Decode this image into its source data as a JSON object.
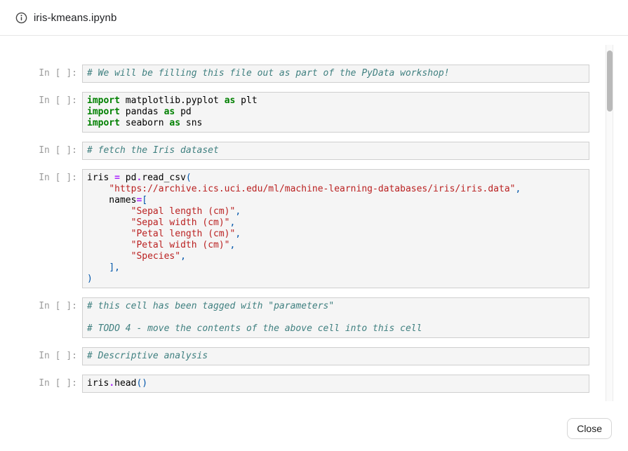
{
  "colors": {
    "code-comment": "#408080",
    "code-keyword": "#008000",
    "code-string": "#BA2121",
    "code-operator": "#AA22FF",
    "code-punctuation": "#0055AA",
    "code-default": "#000000",
    "cell-background": "#f5f5f5",
    "cell-border": "#cfcfcf",
    "prompt-color": "#9b9b9b"
  },
  "header": {
    "title": "iris-kmeans.ipynb",
    "icon": "info-icon"
  },
  "footer": {
    "close_label": "Close"
  },
  "notebook": {
    "input_prompt": "In [ ]:",
    "cells": [
      {
        "lines": [
          [
            [
              "c",
              "# We will be filling this file out as part of the PyData workshop!"
            ]
          ]
        ]
      },
      {
        "lines": [
          [
            [
              "k",
              "import"
            ],
            [
              "n",
              " matplotlib.pyplot "
            ],
            [
              "k",
              "as"
            ],
            [
              "n",
              " plt"
            ]
          ],
          [
            [
              "k",
              "import"
            ],
            [
              "n",
              " pandas "
            ],
            [
              "k",
              "as"
            ],
            [
              "n",
              " pd"
            ]
          ],
          [
            [
              "k",
              "import"
            ],
            [
              "n",
              " seaborn "
            ],
            [
              "k",
              "as"
            ],
            [
              "n",
              " sns"
            ]
          ]
        ]
      },
      {
        "lines": [
          [
            [
              "c",
              "# fetch the Iris dataset"
            ]
          ]
        ]
      },
      {
        "lines": [
          [
            [
              "n",
              "iris "
            ],
            [
              "o",
              "="
            ],
            [
              "n",
              " pd"
            ],
            [
              "o",
              "."
            ],
            [
              "n",
              "read_csv"
            ],
            [
              "p",
              "("
            ]
          ],
          [
            [
              "n",
              "    "
            ],
            [
              "s",
              "\"https://archive.ics.uci.edu/ml/machine-learning-databases/iris/iris.data\""
            ],
            [
              "p",
              ","
            ]
          ],
          [
            [
              "n",
              "    names"
            ],
            [
              "o",
              "="
            ],
            [
              "p",
              "["
            ]
          ],
          [
            [
              "n",
              "        "
            ],
            [
              "s",
              "\"Sepal length (cm)\""
            ],
            [
              "p",
              ","
            ]
          ],
          [
            [
              "n",
              "        "
            ],
            [
              "s",
              "\"Sepal width (cm)\""
            ],
            [
              "p",
              ","
            ]
          ],
          [
            [
              "n",
              "        "
            ],
            [
              "s",
              "\"Petal length (cm)\""
            ],
            [
              "p",
              ","
            ]
          ],
          [
            [
              "n",
              "        "
            ],
            [
              "s",
              "\"Petal width (cm)\""
            ],
            [
              "p",
              ","
            ]
          ],
          [
            [
              "n",
              "        "
            ],
            [
              "s",
              "\"Species\""
            ],
            [
              "p",
              ","
            ]
          ],
          [
            [
              "n",
              "    "
            ],
            [
              "p",
              "],"
            ]
          ],
          [
            [
              "p",
              ")"
            ]
          ]
        ]
      },
      {
        "lines": [
          [
            [
              "c",
              "# this cell has been tagged with \"parameters\""
            ]
          ],
          [],
          [
            [
              "c",
              "# TODO 4 - move the contents of the above cell into this cell"
            ]
          ]
        ]
      },
      {
        "lines": [
          [
            [
              "c",
              "# Descriptive analysis"
            ]
          ]
        ]
      },
      {
        "lines": [
          [
            [
              "n",
              "iris"
            ],
            [
              "o",
              "."
            ],
            [
              "n",
              "head"
            ],
            [
              "p",
              "()"
            ]
          ]
        ]
      }
    ]
  }
}
